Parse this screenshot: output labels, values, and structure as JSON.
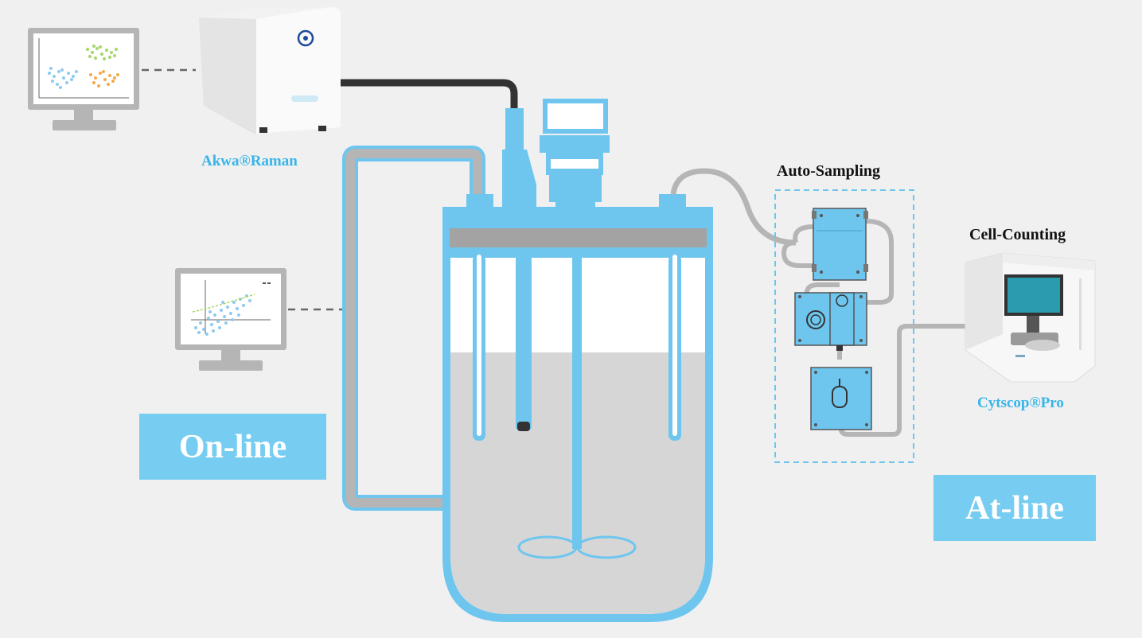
{
  "labels": {
    "raman": "Akwa®Raman",
    "auto_sampling": "Auto-Sampling",
    "cell_counting": "Cell-Counting",
    "cytscop": "Cytscop®Pro",
    "online": "On-line",
    "atline": "At-line"
  },
  "colors": {
    "accent_blue": "#6ec6ef",
    "label_blue": "#36b5ea",
    "badge_blue": "#77cdf1",
    "tube_gray": "#b5b5b5",
    "cable_dark": "#333333",
    "liquid_gray": "#d6d6d6",
    "background": "#f0f0f0"
  },
  "icons": [
    "monitor-icon",
    "raman-analyzer-icon",
    "cell-counter-icon",
    "bioreactor-icon",
    "pump-icon"
  ]
}
